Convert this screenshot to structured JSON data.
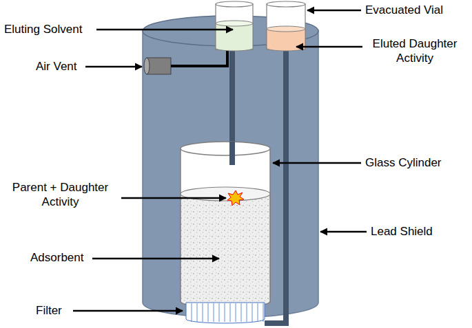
{
  "diagram": {
    "labels": [
      "Evacuated Vial",
      "Eluting Solvent",
      "Eluted Daughter Activity",
      "Air Vent",
      "Glass Cylinder",
      "Parent + Daughter Activity",
      "Lead Shield",
      "Adsorbent",
      "Filter"
    ]
  }
}
